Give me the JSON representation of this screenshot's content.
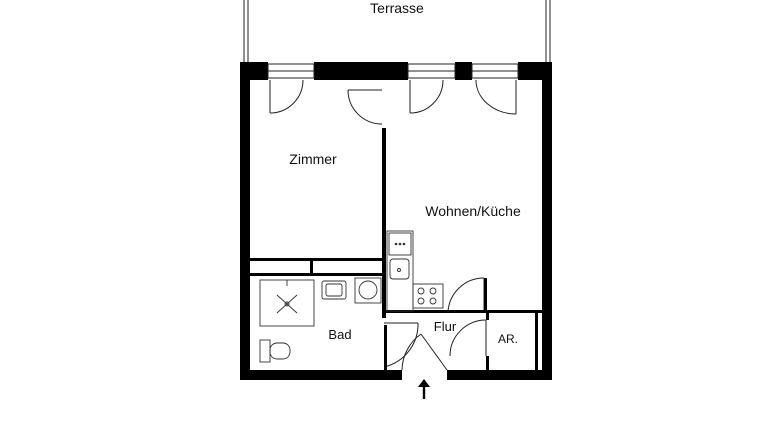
{
  "rooms": {
    "terrace": "Terrasse",
    "zimmer": "Zimmer",
    "wohnen": "Wohnen/Küche",
    "bad": "Bad",
    "flur": "Flur",
    "ar": "AR."
  },
  "colors": {
    "wall": "#000000",
    "line": "#222222",
    "background": "#ffffff"
  },
  "icons": [
    "entrance-arrow-icon",
    "shower-drain-icon",
    "sink-icon",
    "washer-icon",
    "toilet-icon",
    "stove-icon",
    "kitchen-sink-icon",
    "fridge-icon"
  ]
}
